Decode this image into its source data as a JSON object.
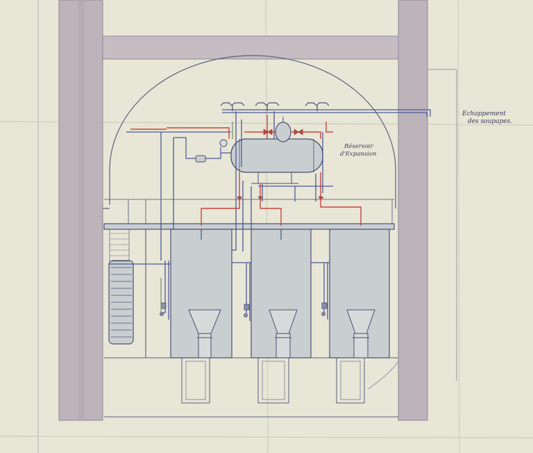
{
  "annotations": {
    "exhaust_line1": "Echappement",
    "exhaust_line2": "des soupapes.",
    "reservoir_line1": "Réservoir",
    "reservoir_line2": "d'Expansion"
  },
  "colors": {
    "paper": "#e8e6d6",
    "wall": "#bdb3bb",
    "wall_edge": "#8f8797",
    "equipment": "#c9cfd1",
    "ink": "#4a4f72",
    "hot_pipe": "#c4463f",
    "cold_pipe": "#4b5896",
    "green_pipe": "#6f8f6a"
  }
}
